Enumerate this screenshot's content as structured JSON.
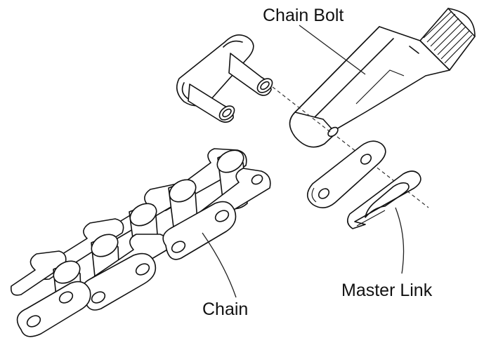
{
  "labels": {
    "chain_bolt": "Chain Bolt",
    "chain": "Chain",
    "master_link": "Master Link"
  }
}
